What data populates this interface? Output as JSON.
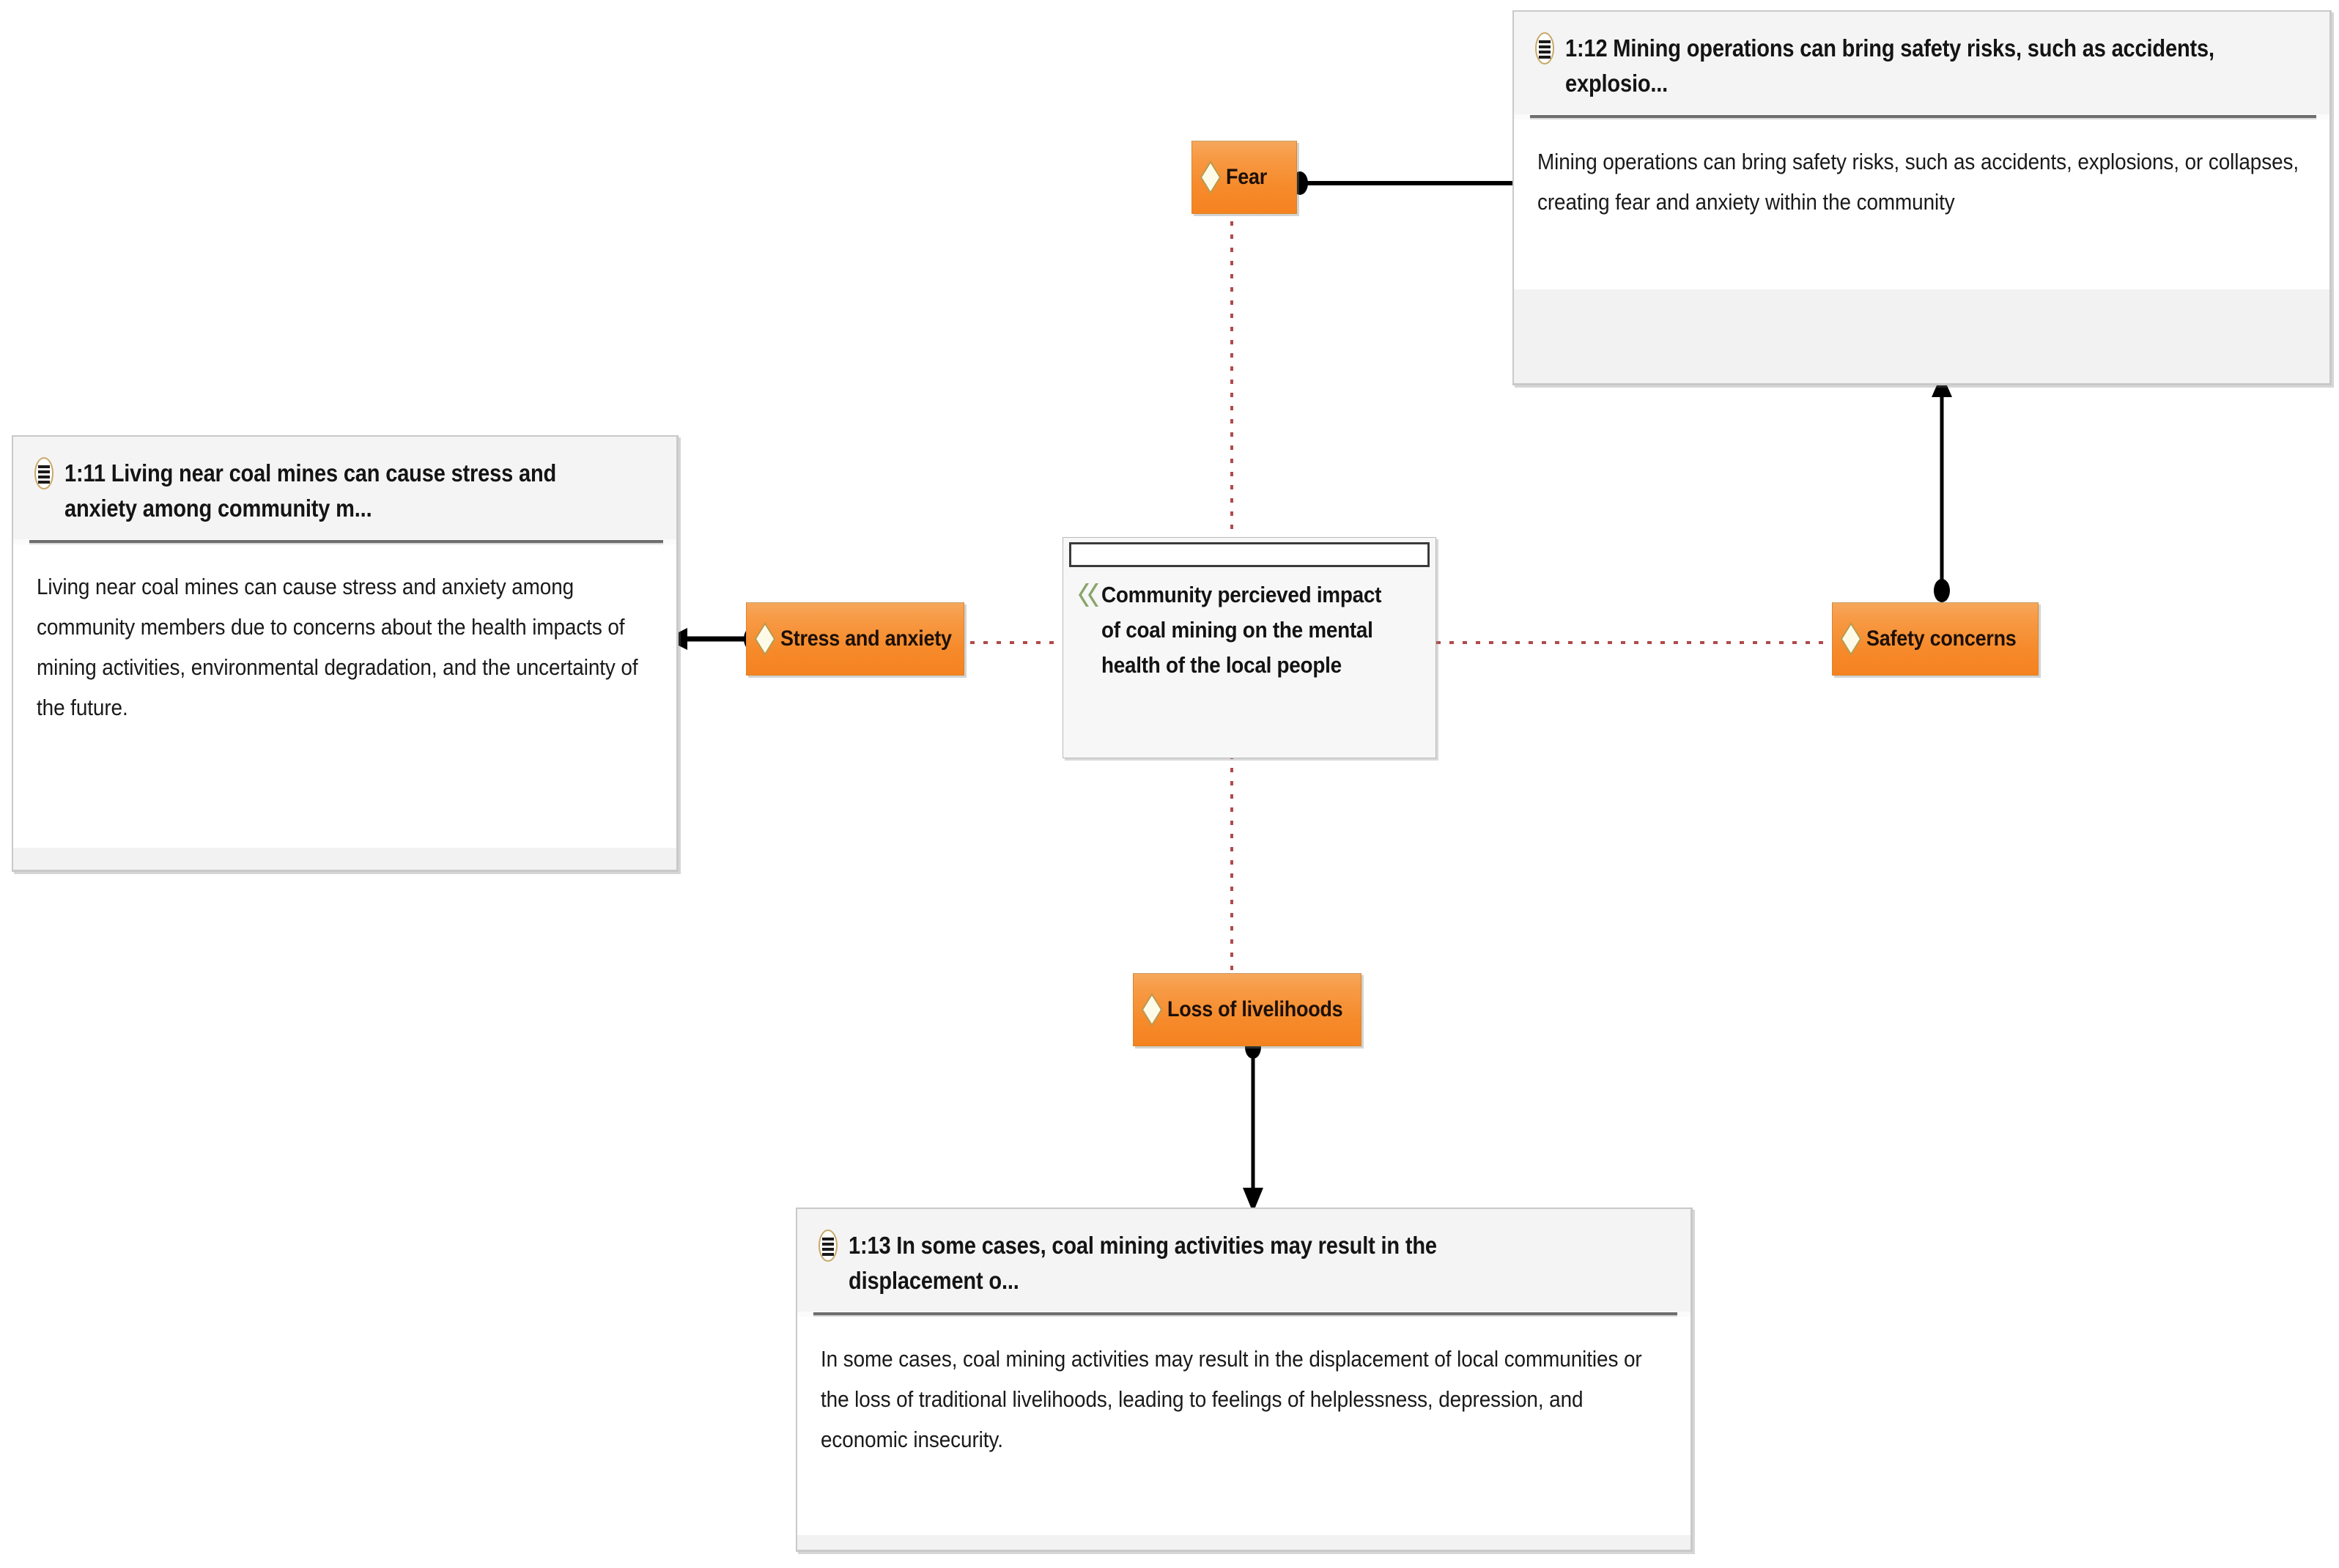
{
  "diagram": {
    "type": "qualitative-coding-network",
    "theme": {
      "code_fill": "#f58220",
      "code_text": "#1d1008",
      "note_border": "#c9c9c9",
      "note_header_bg": "#f4f4f4",
      "note_body_bg": "#ffffff",
      "association_line": "#b04a4a",
      "relation_line": "#000000",
      "chevron_icon": "#8aa56a"
    },
    "central_node": {
      "icon": "double-chevron-icon",
      "label": "Community percieved impact of coal mining on the mental health of the local people"
    },
    "code_nodes": [
      {
        "id": "fear",
        "icon": "diamond-icon",
        "label": "Fear"
      },
      {
        "id": "stress-and-anxiety",
        "icon": "diamond-icon",
        "label": "Stress and anxiety"
      },
      {
        "id": "safety-concerns",
        "icon": "diamond-icon",
        "label": "Safety concerns"
      },
      {
        "id": "loss-of-livelihoods",
        "icon": "diamond-icon",
        "label": "Loss of livelihoods"
      }
    ],
    "notes": [
      {
        "id": "note-1-12",
        "icon": "note-icon",
        "title": "1:12 Mining operations can bring safety risks, such as accidents,  explosio...",
        "body": "Mining operations can bring safety risks, such as accidents,  explosions, or collapses, creating fear and anxiety within the community"
      },
      {
        "id": "note-1-11",
        "icon": "note-icon",
        "title": "1:11 Living near coal mines can cause stress and anxiety among  community  m...",
        "body": "Living near coal mines can cause stress and anxiety among community  members due to concerns about the health impacts of mining activities, environmental  degradation, and the uncertainty of the future."
      },
      {
        "id": "note-1-13",
        "icon": "note-icon",
        "title": "1:13 In some cases, coal mining activities may result in the displacement o...",
        "body": "In some cases, coal mining activities may result in the displacement of local communities or the  loss of traditional livelihoods, leading to feelings of helplessness, depression, and economic  insecurity."
      }
    ],
    "connections": [
      {
        "from": "fear",
        "to": "note-1-12",
        "style": "solid",
        "source_marker": "filled-diamond",
        "target_marker": "arrow"
      },
      {
        "from": "stress-and-anxiety",
        "to": "note-1-11",
        "style": "solid",
        "source_marker": "filled-diamond",
        "target_marker": "arrow"
      },
      {
        "from": "loss-of-livelihoods",
        "to": "note-1-13",
        "style": "solid",
        "source_marker": "filled-diamond",
        "target_marker": "arrow"
      },
      {
        "from": "safety-concerns",
        "to": "note-1-12",
        "style": "solid",
        "source_marker": "filled-diamond",
        "target_marker": "arrow"
      },
      {
        "from": "central",
        "to": "fear",
        "style": "dotted"
      },
      {
        "from": "central",
        "to": "stress-and-anxiety",
        "style": "dotted"
      },
      {
        "from": "central",
        "to": "safety-concerns",
        "style": "dotted"
      },
      {
        "from": "central",
        "to": "loss-of-livelihoods",
        "style": "dotted"
      }
    ]
  }
}
